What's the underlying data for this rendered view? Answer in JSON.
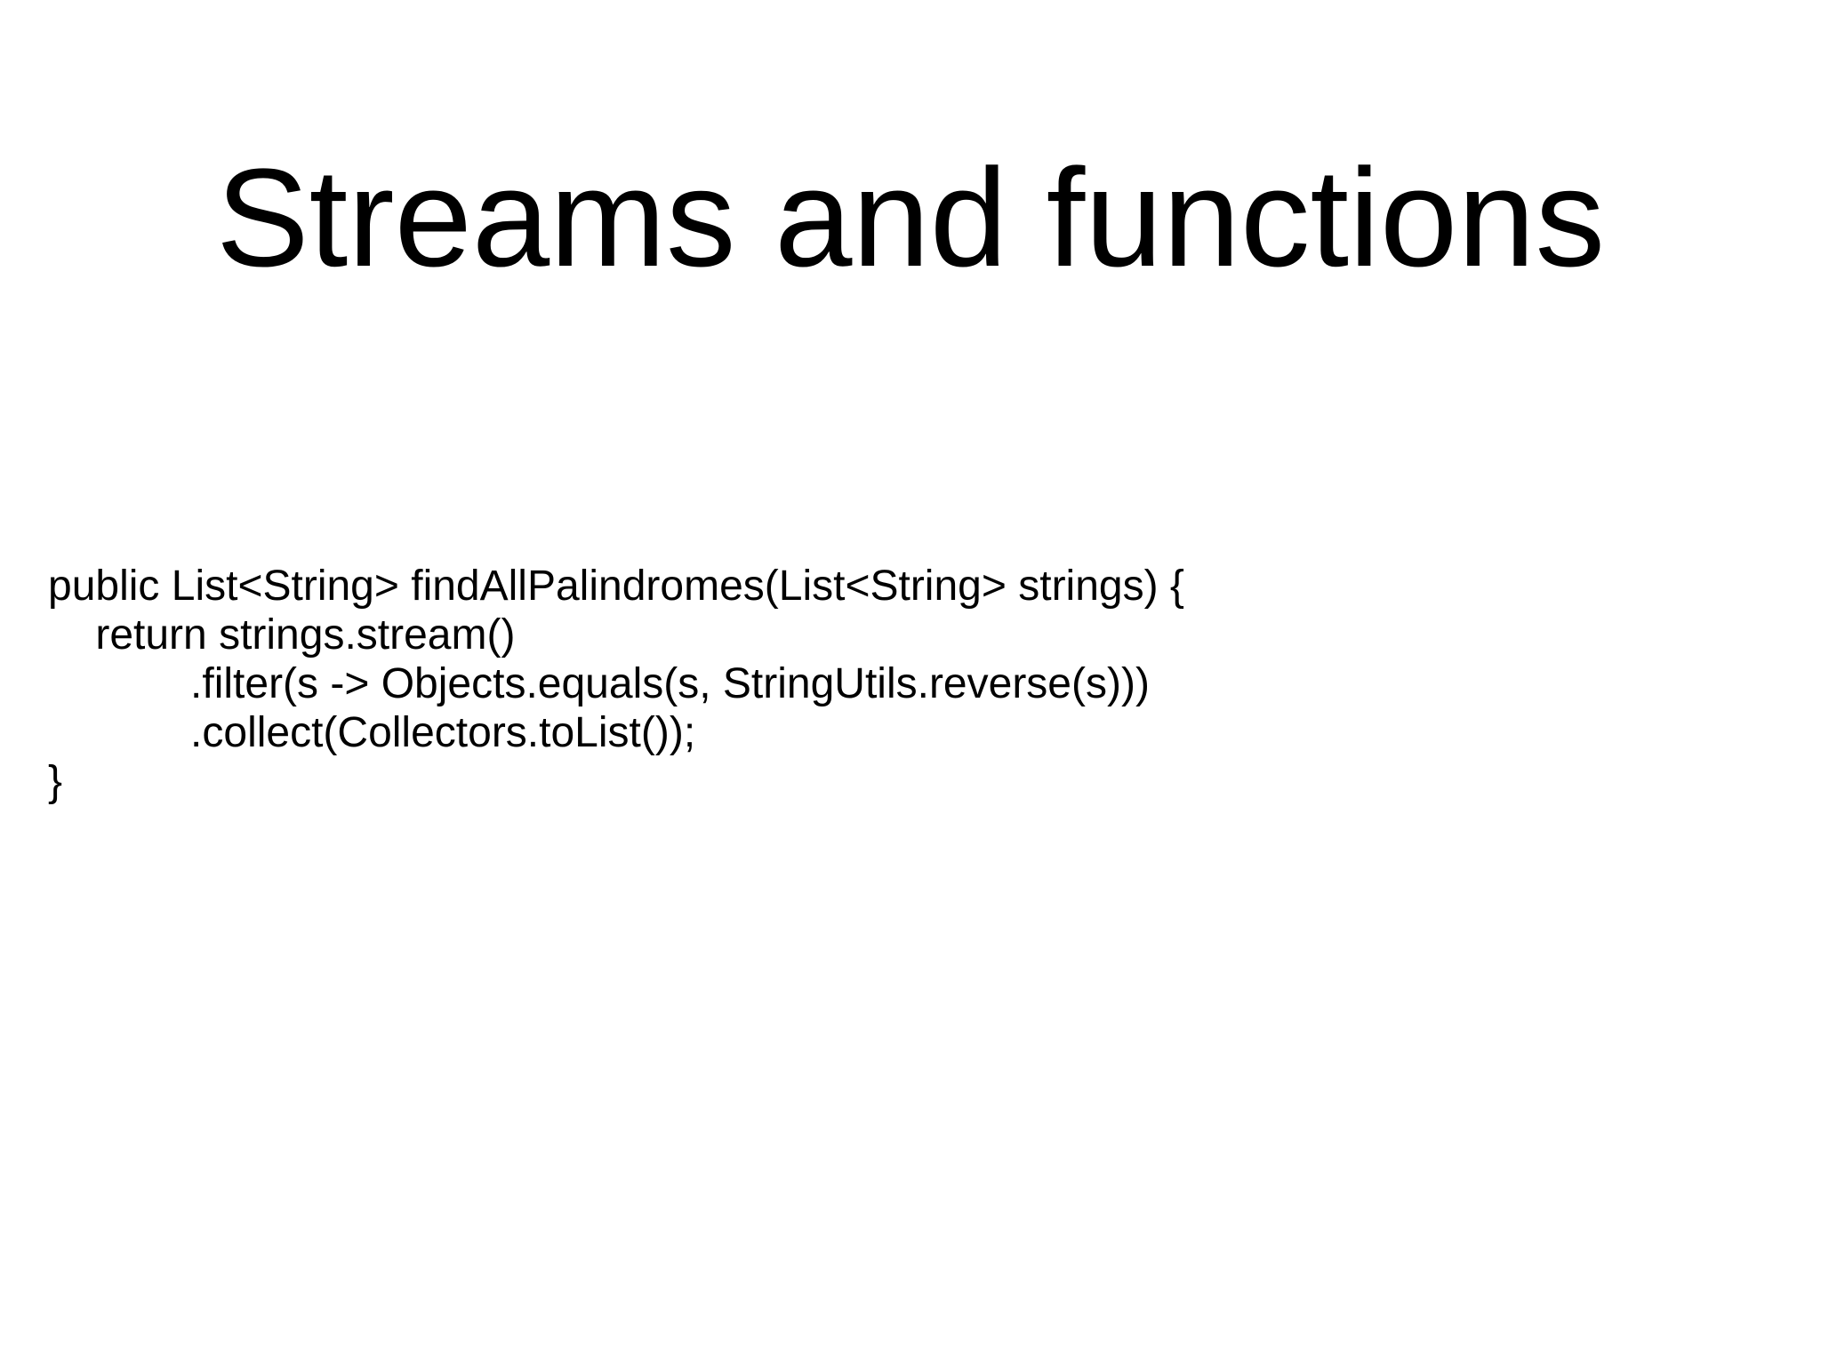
{
  "slide": {
    "title": "Streams and functions",
    "code": {
      "lines": [
        "public List<String> findAllPalindromes(List<String> strings) {",
        "    return strings.stream()",
        "            .filter(s -> Objects.equals(s, StringUtils.reverse(s)))",
        "            .collect(Collectors.toList());",
        "}"
      ]
    }
  },
  "colors": {
    "background": "#ffffff",
    "text": "#000000"
  }
}
